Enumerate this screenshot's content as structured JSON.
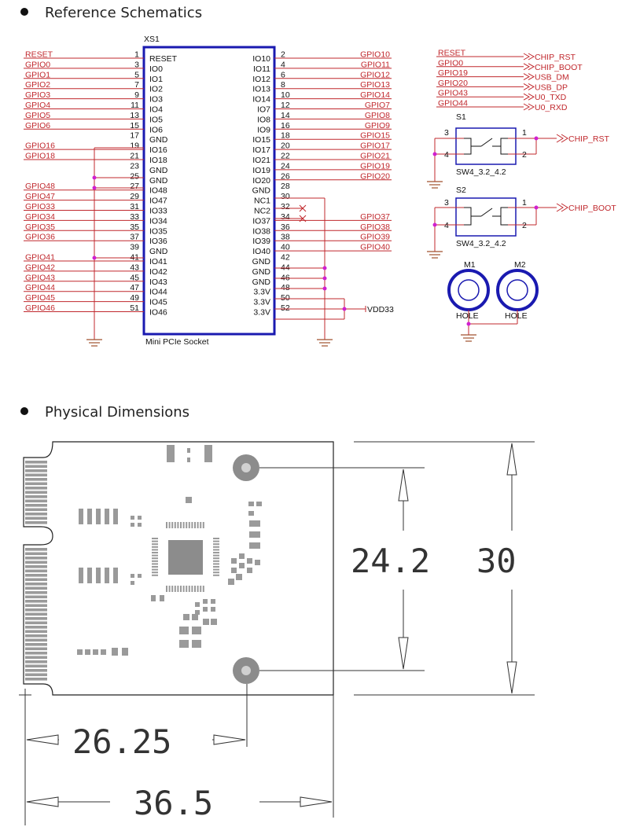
{
  "sections": {
    "schematics_title": "Reference Schematics",
    "dimensions_title": "Physical Dimensions"
  },
  "socket": {
    "ref": "XS1",
    "name": "Mini PCIe Socket",
    "left_nets": [
      "RESET",
      "GPIO0",
      "GPIO1",
      "GPIO2",
      "GPIO3",
      "GPIO4",
      "GPIO5",
      "GPIO6",
      "",
      "GPIO16",
      "GPIO18",
      "",
      "",
      "GPIO48",
      "GPIO47",
      "GPIO33",
      "GPIO34",
      "GPIO35",
      "GPIO36",
      "",
      "GPIO41",
      "GPIO42",
      "GPIO43",
      "GPIO44",
      "GPIO45",
      "GPIO46"
    ],
    "left_pins": [
      "1",
      "3",
      "5",
      "7",
      "9",
      "11",
      "13",
      "15",
      "17",
      "19",
      "21",
      "23",
      "25",
      "27",
      "29",
      "31",
      "33",
      "35",
      "37",
      "39",
      "41",
      "43",
      "45",
      "47",
      "49",
      "51"
    ],
    "left_names": [
      "RESET",
      "IO0",
      "IO1",
      "IO2",
      "IO3",
      "IO4",
      "IO5",
      "IO6",
      "GND",
      "IO16",
      "IO18",
      "GND",
      "GND",
      "IO48",
      "IO47",
      "IO33",
      "IO34",
      "IO35",
      "IO36",
      "GND",
      "IO41",
      "IO42",
      "IO43",
      "IO44",
      "IO45",
      "IO46"
    ],
    "right_names": [
      "IO10",
      "IO11",
      "IO12",
      "IO13",
      "IO14",
      "IO7",
      "IO8",
      "IO9",
      "IO15",
      "IO17",
      "IO21",
      "IO19",
      "IO20",
      "GND",
      "NC1",
      "NC2",
      "IO37",
      "IO38",
      "IO39",
      "IO40",
      "GND",
      "GND",
      "GND",
      "3.3V",
      "3.3V",
      "3.3V"
    ],
    "right_pins": [
      "2",
      "4",
      "6",
      "8",
      "10",
      "12",
      "14",
      "16",
      "18",
      "20",
      "22",
      "24",
      "26",
      "28",
      "30",
      "32",
      "34",
      "36",
      "38",
      "40",
      "42",
      "44",
      "46",
      "48",
      "50",
      "52"
    ],
    "right_nets": [
      "GPIO10",
      "GPIO11",
      "GPIO12",
      "GPIO13",
      "GPIO14",
      "GPIO7",
      "GPIO8",
      "GPIO9",
      "GPIO15",
      "GPIO17",
      "GPIO21",
      "GPIO19",
      "GPIO20",
      "",
      "",
      "",
      "GPIO37",
      "GPIO38",
      "GPIO39",
      "GPIO40",
      "",
      "",
      "",
      "",
      "",
      ""
    ],
    "vdd_label": "VDD33"
  },
  "net_map": {
    "inputs": [
      "RESET",
      "GPIO0",
      "GPIO19",
      "GPIO20",
      "GPIO43",
      "GPIO44"
    ],
    "outputs": [
      "CHIP_RST",
      "CHIP_BOOT",
      "USB_DM",
      "USB_DP",
      "U0_TXD",
      "U0_RXD"
    ]
  },
  "switches": [
    {
      "ref": "S1",
      "part": "SW4_3.2_4.2",
      "net": "CHIP_RST",
      "pins": [
        "3",
        "4",
        "1",
        "2"
      ]
    },
    {
      "ref": "S2",
      "part": "SW4_3.2_4.2",
      "net": "CHIP_BOOT",
      "pins": [
        "3",
        "4",
        "1",
        "2"
      ]
    }
  ],
  "holes": [
    {
      "ref": "M1",
      "label": "HOLE"
    },
    {
      "ref": "M2",
      "label": "HOLE"
    }
  ],
  "dimensions": {
    "hole_spacing": "24.2",
    "board_height": "30",
    "hole_offset": "26.25",
    "board_length": "36.5"
  },
  "colors": {
    "wire": "#c0282d",
    "component": "#1a1ab0",
    "ground": "#a0522d",
    "pcb": "#9a9a9a"
  }
}
